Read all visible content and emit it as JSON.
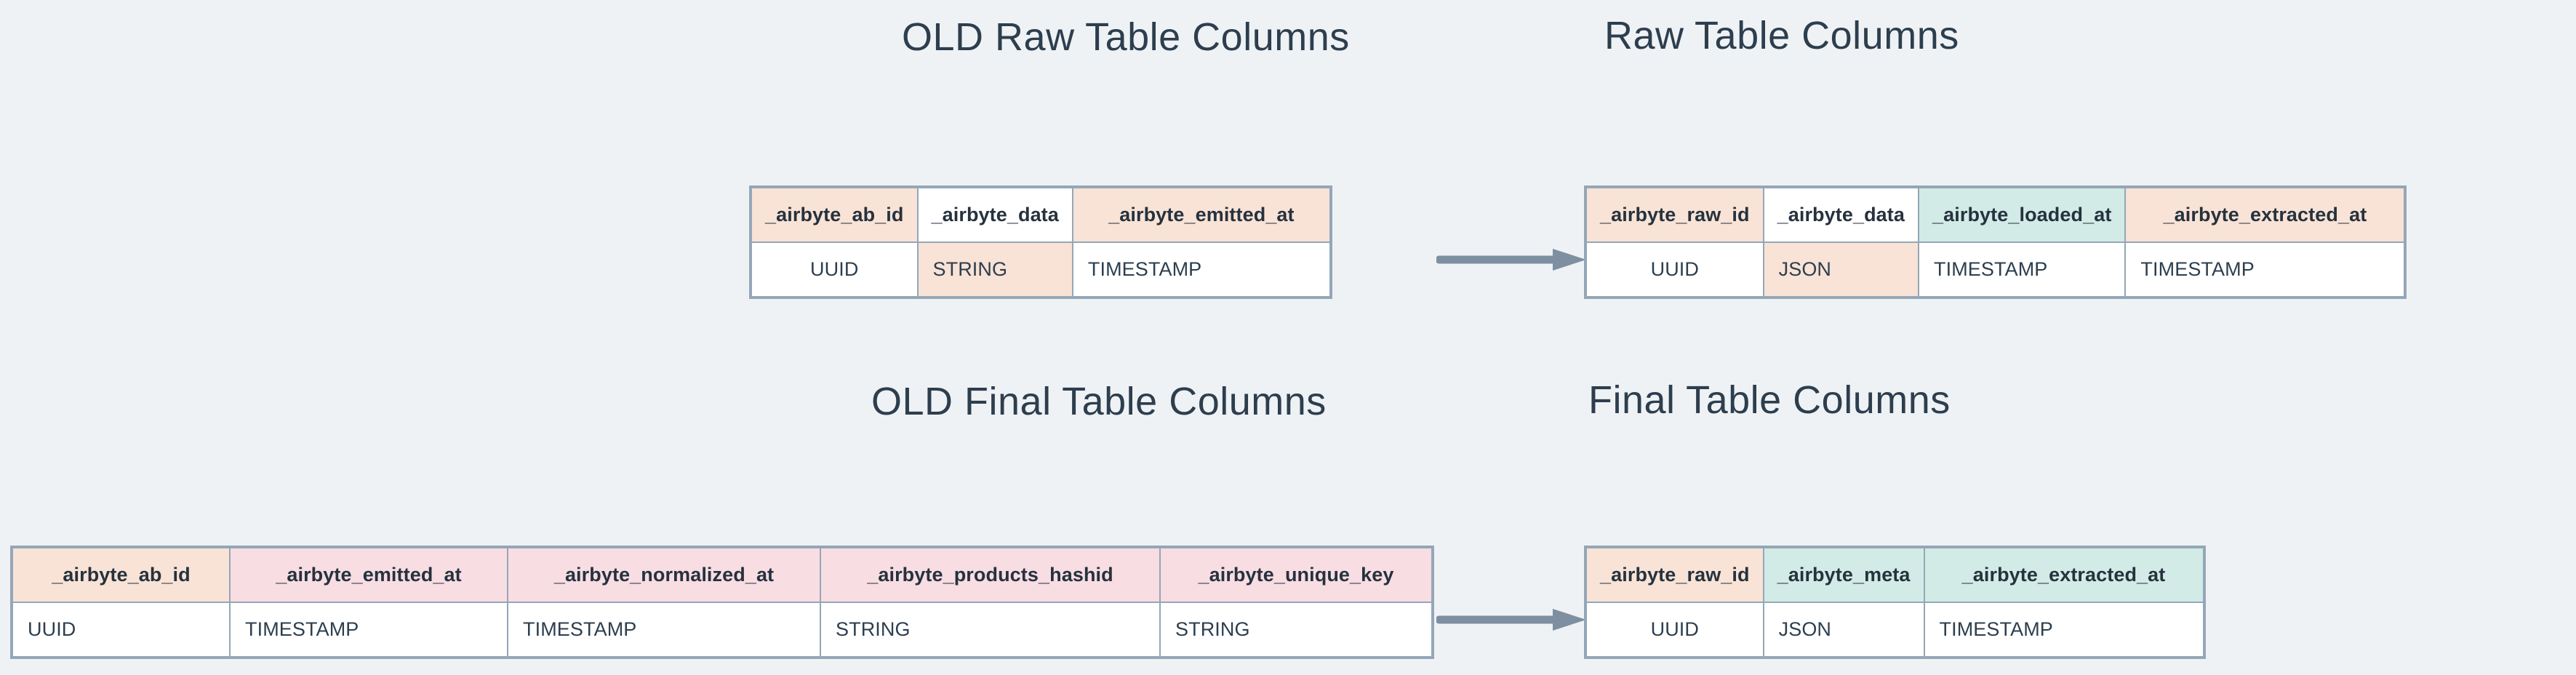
{
  "background_color": "#EFF2F5",
  "palette": {
    "peach": "#F8E3D6",
    "mint": "#D2EBE6",
    "pink": "#F8DDE3",
    "border": "#94A7B8",
    "text": "#2D3E4E",
    "arrow": "#7D8FA0"
  },
  "titles": {
    "old_raw": "OLD Raw Table Columns",
    "raw": "Raw Table Columns",
    "old_final": "OLD Final Table Columns",
    "final": "Final Table Columns"
  },
  "arrows": {
    "raw_arrow_name": "arrow-old-raw-to-raw",
    "final_arrow_name": "arrow-old-final-to-final"
  },
  "tables": {
    "old_raw": {
      "title": "OLD Raw Table Columns",
      "headers": [
        {
          "label": "_airbyte_ab_id",
          "fill": "peach"
        },
        {
          "label": "_airbyte_data",
          "fill": "white"
        },
        {
          "label": "_airbyte_emitted_at",
          "fill": "peach"
        }
      ],
      "types": [
        {
          "label": "UUID",
          "fill": "white"
        },
        {
          "label": "STRING",
          "fill": "peach"
        },
        {
          "label": "TIMESTAMP",
          "fill": "white"
        }
      ]
    },
    "raw": {
      "title": "Raw Table Columns",
      "headers": [
        {
          "label": "_airbyte_raw_id",
          "fill": "peach"
        },
        {
          "label": "_airbyte_data",
          "fill": "white"
        },
        {
          "label": "_airbyte_loaded_at",
          "fill": "mint"
        },
        {
          "label": "_airbyte_extracted_at",
          "fill": "peach"
        }
      ],
      "types": [
        {
          "label": "UUID",
          "fill": "white"
        },
        {
          "label": "JSON",
          "fill": "peach"
        },
        {
          "label": "TIMESTAMP",
          "fill": "white"
        },
        {
          "label": "TIMESTAMP",
          "fill": "white"
        }
      ]
    },
    "old_final": {
      "title": "OLD Final Table Columns",
      "headers": [
        {
          "label": "_airbyte_ab_id",
          "fill": "peach"
        },
        {
          "label": "_airbyte_emitted_at",
          "fill": "pink"
        },
        {
          "label": "_airbyte_normalized_at",
          "fill": "pink"
        },
        {
          "label": "_airbyte_products_hashid",
          "fill": "pink"
        },
        {
          "label": "_airbyte_unique_key",
          "fill": "pink"
        }
      ],
      "types": [
        {
          "label": "UUID",
          "fill": "white"
        },
        {
          "label": "TIMESTAMP",
          "fill": "white"
        },
        {
          "label": "TIMESTAMP",
          "fill": "white"
        },
        {
          "label": "STRING",
          "fill": "white"
        },
        {
          "label": "STRING",
          "fill": "white"
        }
      ]
    },
    "final": {
      "title": "Final Table Columns",
      "headers": [
        {
          "label": "_airbyte_raw_id",
          "fill": "peach"
        },
        {
          "label": "_airbyte_meta",
          "fill": "mint"
        },
        {
          "label": "_airbyte_extracted_at",
          "fill": "mint"
        }
      ],
      "types": [
        {
          "label": "UUID",
          "fill": "white"
        },
        {
          "label": "JSON",
          "fill": "white"
        },
        {
          "label": "TIMESTAMP",
          "fill": "white"
        }
      ]
    }
  }
}
